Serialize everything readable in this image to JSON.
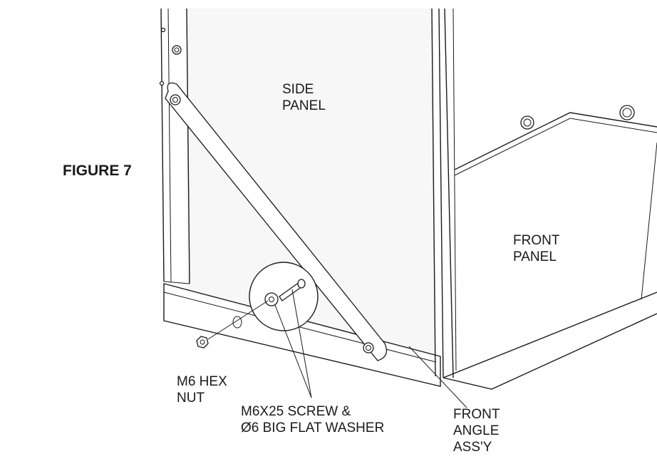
{
  "figure_label": "FIGURE 7",
  "callouts": {
    "side_panel": [
      "SIDE",
      "PANEL"
    ],
    "front_panel": [
      "FRONT",
      "PANEL"
    ],
    "hex_nut": [
      "M6 HEX",
      "NUT"
    ],
    "screw_washer": [
      "M6X25 SCREW &",
      "Ø6 BIG FLAT WASHER"
    ],
    "front_angle": [
      "FRONT",
      "ANGLE",
      "ASS'Y"
    ]
  }
}
